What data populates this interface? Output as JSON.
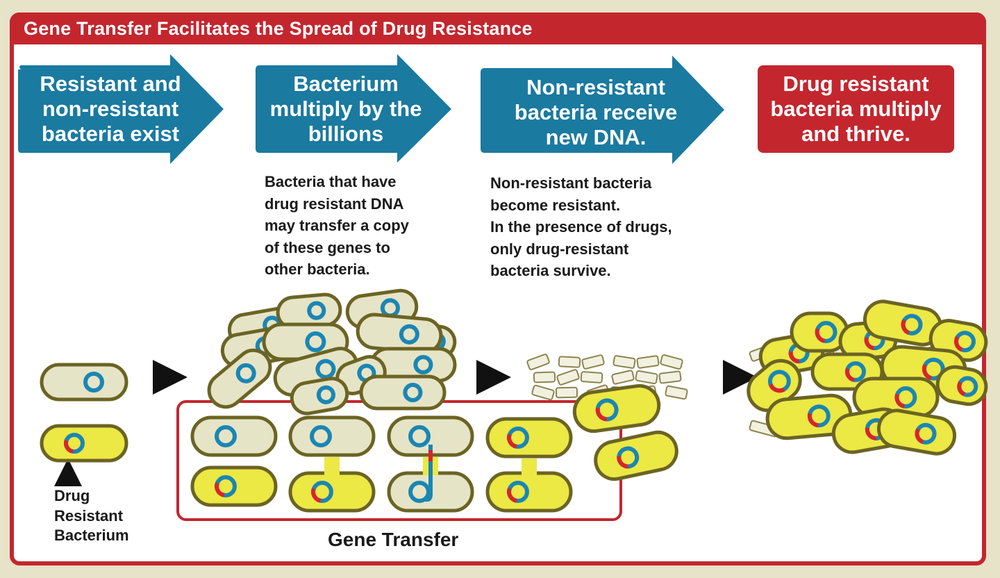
{
  "header": {
    "title": "Gene Transfer Facilitates the Spread of Drug Resistance"
  },
  "steps": [
    {
      "text": "Resistant and\nnon-resistant\nbacteria exist",
      "shape": "arrow",
      "color": "#1a7aa0"
    },
    {
      "text": "Bacterium\nmultiply by the\nbillions",
      "shape": "arrow",
      "color": "#1a7aa0"
    },
    {
      "text": "Non-resistant\nbacteria receive\nnew DNA.",
      "shape": "arrow",
      "color": "#1a7aa0"
    },
    {
      "text": "Drug resistant\nbacteria multiply\nand thrive.",
      "shape": "box",
      "color": "#c4262e"
    }
  ],
  "descriptions": [
    "Bacteria that have\ndrug resistant DNA\nmay transfer a copy\nof these genes to\nother bacteria.",
    "Non-resistant bacteria\nbecome resistant.\nIn the presence of drugs,\nonly drug-resistant\nbacteria survive."
  ],
  "labels": {
    "drug_resistant_bacterium": "Drug\nResistant\nBacterium",
    "gene_transfer": "Gene Transfer"
  },
  "colors": {
    "frame_red": "#c4262e",
    "arrow_blue": "#1a7aa0",
    "plasmid_blue": "#1a86b4",
    "resistance_red": "#d9252b",
    "nonresistant_fill": "#e6e4c6",
    "resistant_fill": "#ece844",
    "cell_outline": "#6b6424"
  }
}
